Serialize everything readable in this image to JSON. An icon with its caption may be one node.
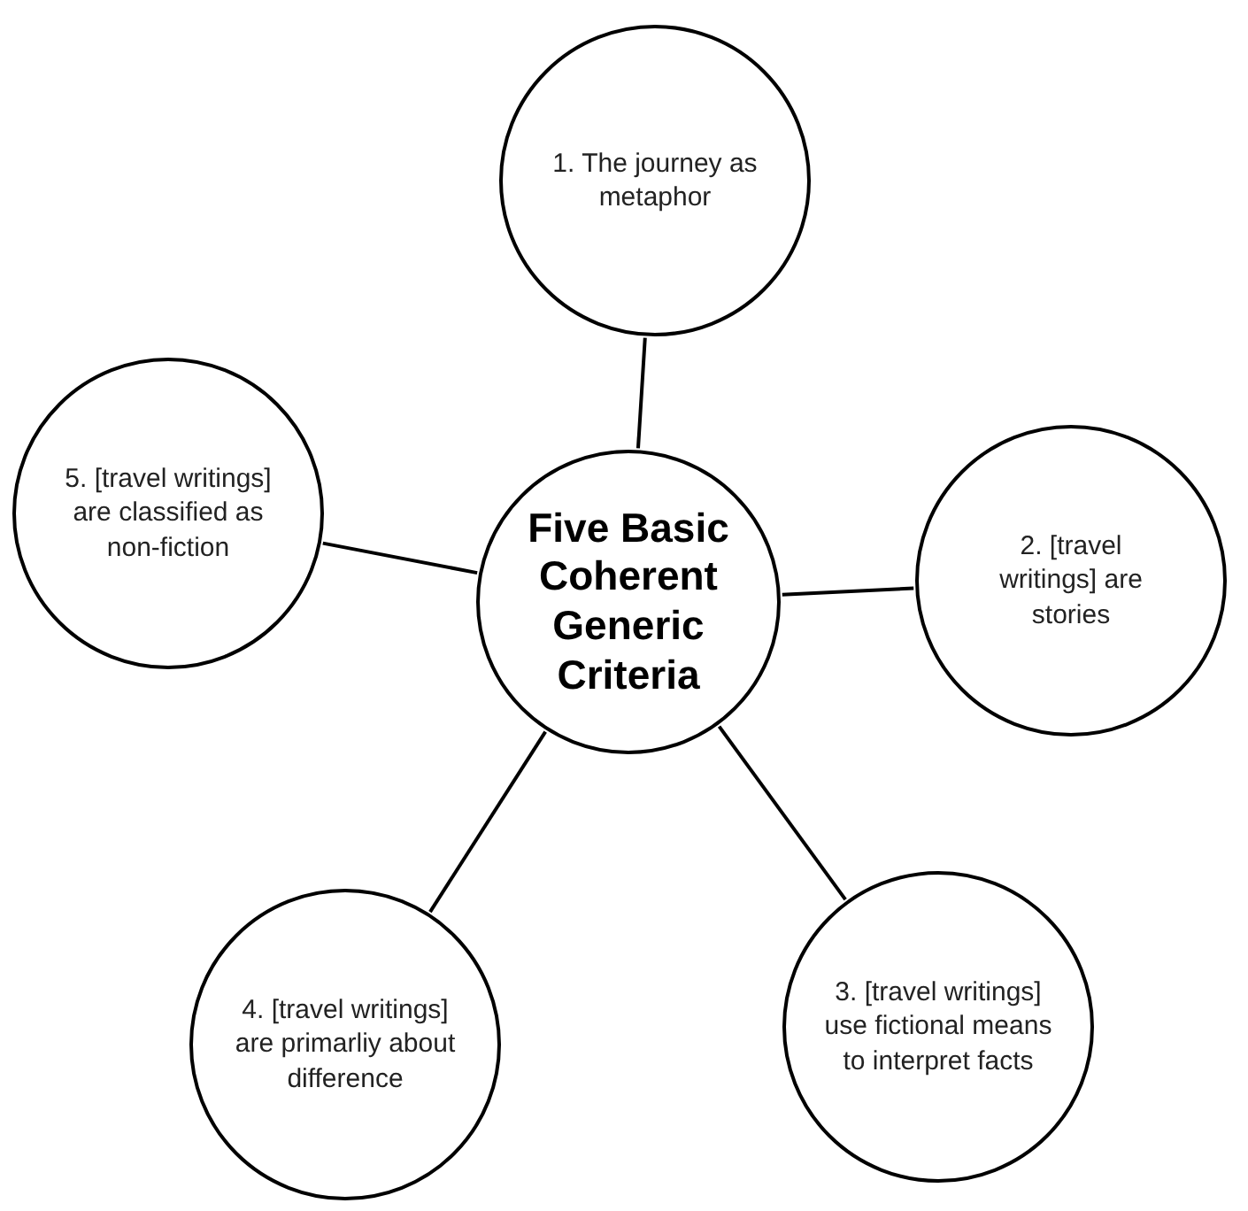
{
  "diagram": {
    "nodes": [
      {
        "text": [
          "Five Basic Coherent Generic Criteria"
        ]
      },
      {
        "text": [
          "1. The journey as metaphor"
        ]
      },
      {
        "text": [
          "2. [travel writings] are stories"
        ]
      },
      {
        "text": [
          "3. [travel writings] use fictional means to interpret facts"
        ]
      },
      {
        "text": [
          "4. [travel writings] are primarliy about difference"
        ]
      },
      {
        "text": [
          "5. [travel writings] are classified as non-fiction"
        ]
      }
    ],
    "edges": [
      {
        "from": 0,
        "to": 1,
        "arrow": "none"
      },
      {
        "from": 0,
        "to": 2,
        "arrow": "none"
      },
      {
        "from": 0,
        "to": 3,
        "arrow": "none"
      },
      {
        "from": 0,
        "to": 4,
        "arrow": "none"
      },
      {
        "from": 0,
        "to": 5,
        "arrow": "none"
      }
    ]
  }
}
